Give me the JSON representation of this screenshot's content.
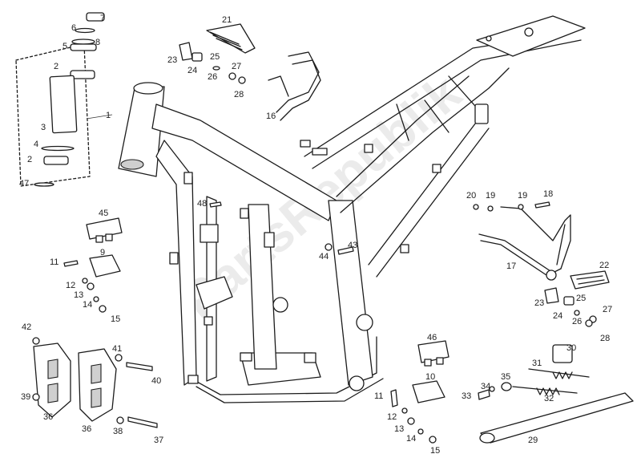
{
  "watermark": "PartsRepublik",
  "labels": [
    {
      "id": "1",
      "text": "1"
    },
    {
      "id": "2a",
      "text": "2"
    },
    {
      "id": "2b",
      "text": "2"
    },
    {
      "id": "3",
      "text": "3"
    },
    {
      "id": "4",
      "text": "4"
    },
    {
      "id": "5",
      "text": "5"
    },
    {
      "id": "6",
      "text": "6"
    },
    {
      "id": "7",
      "text": "7"
    },
    {
      "id": "8",
      "text": "8"
    },
    {
      "id": "47",
      "text": "47"
    },
    {
      "id": "21a",
      "text": "21"
    },
    {
      "id": "23a",
      "text": "23"
    },
    {
      "id": "24a",
      "text": "24"
    },
    {
      "id": "25a",
      "text": "25"
    },
    {
      "id": "26a",
      "text": "26"
    },
    {
      "id": "27a",
      "text": "27"
    },
    {
      "id": "28a",
      "text": "28"
    },
    {
      "id": "16",
      "text": "16"
    },
    {
      "id": "45",
      "text": "45"
    },
    {
      "id": "9",
      "text": "9"
    },
    {
      "id": "11a",
      "text": "11"
    },
    {
      "id": "12a",
      "text": "12"
    },
    {
      "id": "13a",
      "text": "13"
    },
    {
      "id": "14a",
      "text": "14"
    },
    {
      "id": "15a",
      "text": "15"
    },
    {
      "id": "48",
      "text": "48"
    },
    {
      "id": "43",
      "text": "43"
    },
    {
      "id": "44",
      "text": "44"
    },
    {
      "id": "42",
      "text": "42"
    },
    {
      "id": "41",
      "text": "41"
    },
    {
      "id": "40",
      "text": "40"
    },
    {
      "id": "39",
      "text": "39"
    },
    {
      "id": "36a",
      "text": "36"
    },
    {
      "id": "36b",
      "text": "36"
    },
    {
      "id": "38",
      "text": "38"
    },
    {
      "id": "37",
      "text": "37"
    },
    {
      "id": "20",
      "text": "20"
    },
    {
      "id": "19a",
      "text": "19"
    },
    {
      "id": "19b",
      "text": "19"
    },
    {
      "id": "18",
      "text": "18"
    },
    {
      "id": "17",
      "text": "17"
    },
    {
      "id": "22",
      "text": "22"
    },
    {
      "id": "23b",
      "text": "23"
    },
    {
      "id": "24b",
      "text": "24"
    },
    {
      "id": "25b",
      "text": "25"
    },
    {
      "id": "26b",
      "text": "26"
    },
    {
      "id": "27b",
      "text": "27"
    },
    {
      "id": "28b",
      "text": "28"
    },
    {
      "id": "46",
      "text": "46"
    },
    {
      "id": "10",
      "text": "10"
    },
    {
      "id": "11b",
      "text": "11"
    },
    {
      "id": "12b",
      "text": "12"
    },
    {
      "id": "13b",
      "text": "13"
    },
    {
      "id": "14b",
      "text": "14"
    },
    {
      "id": "15b",
      "text": "15"
    },
    {
      "id": "30",
      "text": "30"
    },
    {
      "id": "31",
      "text": "31"
    },
    {
      "id": "35",
      "text": "35"
    },
    {
      "id": "34",
      "text": "34"
    },
    {
      "id": "33",
      "text": "33"
    },
    {
      "id": "32",
      "text": "32"
    },
    {
      "id": "29",
      "text": "29"
    }
  ]
}
